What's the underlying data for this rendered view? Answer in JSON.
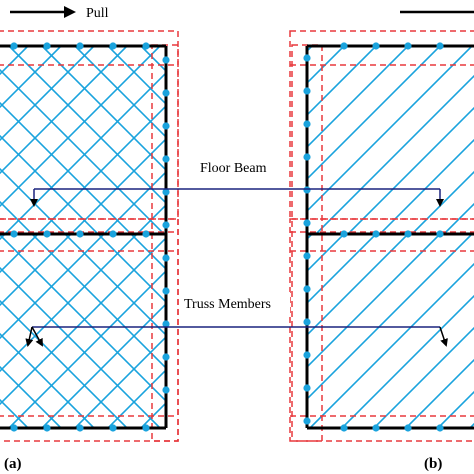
{
  "labels": {
    "pull": "Pull",
    "floor_beam": "Floor Beam",
    "truss_members": "Truss Members",
    "panel_a": "(a)",
    "panel_b": "(b)"
  },
  "colors": {
    "truss": "#1aa3dd",
    "frame": "#000000",
    "outline_dashed": "#e8383d",
    "annotation_line": "#1a237e",
    "background": "#ffffff"
  }
}
